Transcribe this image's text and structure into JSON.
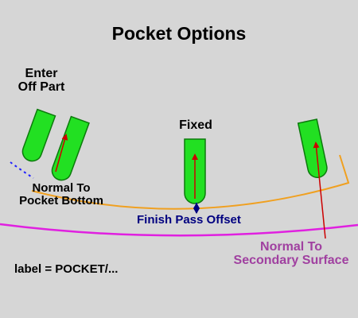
{
  "title": "Pocket Options",
  "labels": {
    "enter_line1": "Enter",
    "enter_line2": "Off Part",
    "fixed": "Fixed",
    "normal_bottom_line1": "Normal To",
    "normal_bottom_line2": "Pocket Bottom",
    "finish_pass_offset": "Finish Pass Offset",
    "normal_secondary_line1": "Normal To",
    "normal_secondary_line2": "Secondary Surface",
    "statement": "label = POCKET/..."
  },
  "colors": {
    "background": "#d6d6d6",
    "tool_fill": "#22e022",
    "tool_stroke": "#0c7a0c",
    "normal_arrow": "#cc0000",
    "pocket_bottom_curve": "#f0a020",
    "secondary_surface_curve": "#e020e0",
    "finish_offset_text": "#000080",
    "secondary_text": "#a040a0",
    "enter_path_dashes": "#2020ff"
  }
}
